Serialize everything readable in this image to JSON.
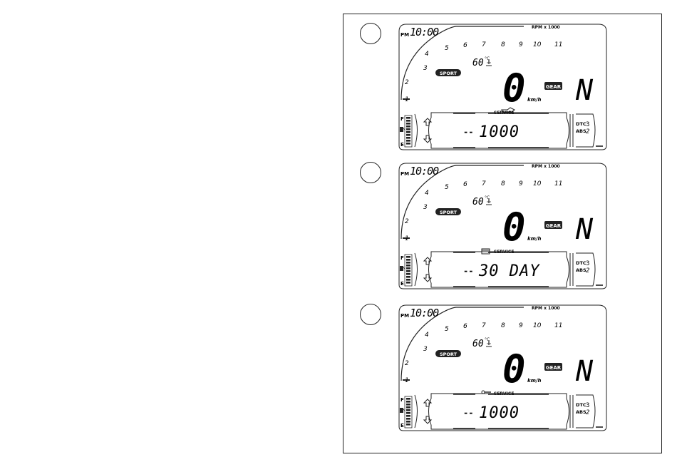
{
  "panels": [
    {
      "clock": "10:00",
      "am_pm": "PM",
      "rpm_label": "RPM x 1000",
      "rpm_ticks": [
        "1",
        "2",
        "3",
        "4",
        "5",
        "6",
        "7",
        "8",
        "9",
        "10",
        "11"
      ],
      "temperature": "60",
      "temp_unit": "°C",
      "mode": "SPORT",
      "speed": "0",
      "speed_unit": "km/h",
      "gear_label": "GEAR",
      "gear": "N",
      "service_label": "SERVICE",
      "service_icon": "oil-can-icon",
      "message_prefix": "--",
      "message": "1000",
      "dtc_label": "DTC",
      "dtc_value": "3",
      "abs_label": "ABS",
      "abs_value": "2",
      "fuel_full": "F",
      "fuel_empty": "E"
    },
    {
      "clock": "10:00",
      "am_pm": "PM",
      "rpm_label": "RPM x 1000",
      "rpm_ticks": [
        "1",
        "2",
        "3",
        "4",
        "5",
        "6",
        "7",
        "8",
        "9",
        "10",
        "11"
      ],
      "temperature": "60",
      "temp_unit": "°C",
      "mode": "SPORT",
      "speed": "0",
      "speed_unit": "km/h",
      "gear_label": "GEAR",
      "gear": "N",
      "service_label": "SERVICE",
      "service_icon": "calendar-icon",
      "message_prefix": "--",
      "message": "30 DAY",
      "dtc_label": "DTC",
      "dtc_value": "3",
      "abs_label": "ABS",
      "abs_value": "2",
      "fuel_full": "F",
      "fuel_empty": "E"
    },
    {
      "clock": "10:00",
      "am_pm": "PM",
      "rpm_label": "RPM x 1000",
      "rpm_ticks": [
        "1",
        "2",
        "3",
        "4",
        "5",
        "6",
        "7",
        "8",
        "9",
        "10",
        "11"
      ],
      "temperature": "60",
      "temp_unit": "°C",
      "mode": "SPORT",
      "speed": "0",
      "speed_unit": "km/h",
      "gear_label": "GEAR",
      "gear": "N",
      "service_label": "SERVICE",
      "service_icon": "wrench-icon",
      "message_prefix": "--",
      "message": "1000",
      "dtc_label": "DTC",
      "dtc_value": "3",
      "abs_label": "ABS",
      "abs_value": "2",
      "fuel_full": "F",
      "fuel_empty": "E"
    }
  ]
}
